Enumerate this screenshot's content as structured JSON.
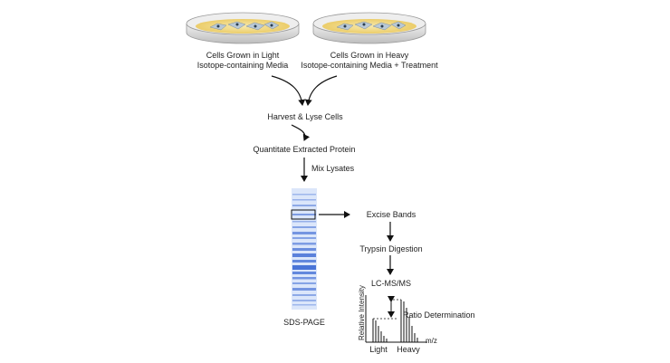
{
  "steps": {
    "light_cells_line1": "Cells Grown in Light",
    "light_cells_line2": "Isotope-containing Media",
    "heavy_cells_line1": "Cells Grown in Heavy",
    "heavy_cells_line2": "Isotope-containing Media + Treatment",
    "harvest": "Harvest & Lyse Cells",
    "quantitate": "Quantitate Extracted Protein",
    "mix": "Mix Lysates",
    "sds_page": "SDS-PAGE",
    "excise": "Excise Bands",
    "trypsin": "Trypsin Digestion",
    "lcms": "LC-MS/MS",
    "ratio": "Ratio Determination"
  },
  "spectrum": {
    "y_label": "Relative Intensity",
    "x_label": "m/z",
    "light_label": "Light",
    "heavy_label": "Heavy"
  },
  "colors": {
    "dish_media": "#f3dd8c",
    "dish_rim": "#d6d6d6",
    "gel_blue": "#2f5fd0",
    "arrow": "#111111"
  }
}
